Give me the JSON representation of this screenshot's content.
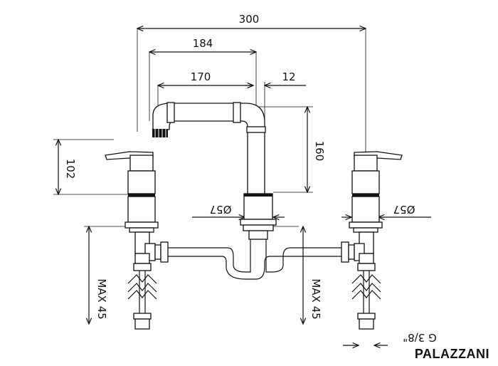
{
  "dimensions": {
    "overall_width": "300",
    "spout_reach": "184",
    "spout_inner": "170",
    "spout_offset": "12",
    "spout_height": "160",
    "handle_height": "102",
    "spout_diameter": "Ø57",
    "handle_diameter": "Ø57",
    "max_left": "MAX 45",
    "max_right": "MAX 45",
    "thread": "G 3/8\""
  },
  "brand": "PALAZZANI",
  "colors": {
    "ink": "#111111",
    "background": "#ffffff"
  }
}
